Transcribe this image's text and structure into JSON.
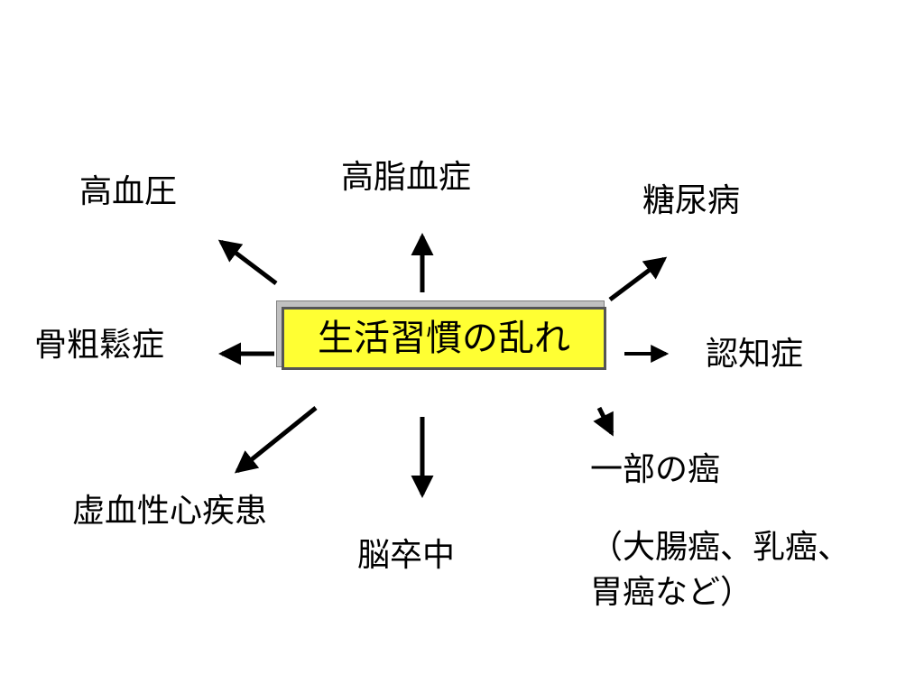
{
  "center": "生活習慣の乱れ",
  "diseases": {
    "hypertension": "高血圧",
    "hyperlipidemia": "高脂血症",
    "diabetes": "糖尿病",
    "osteoporosis": "骨粗鬆症",
    "dementia": "認知症",
    "ischemic_heart_disease": "虚血性心疾患",
    "stroke": "脳卒中",
    "some_cancers": "一部の癌",
    "cancer_examples_line1": "（大腸癌、乳癌、",
    "cancer_examples_line2": "胃癌など）"
  },
  "colors": {
    "center_fill": "#ffff33",
    "arrow": "#000000"
  }
}
